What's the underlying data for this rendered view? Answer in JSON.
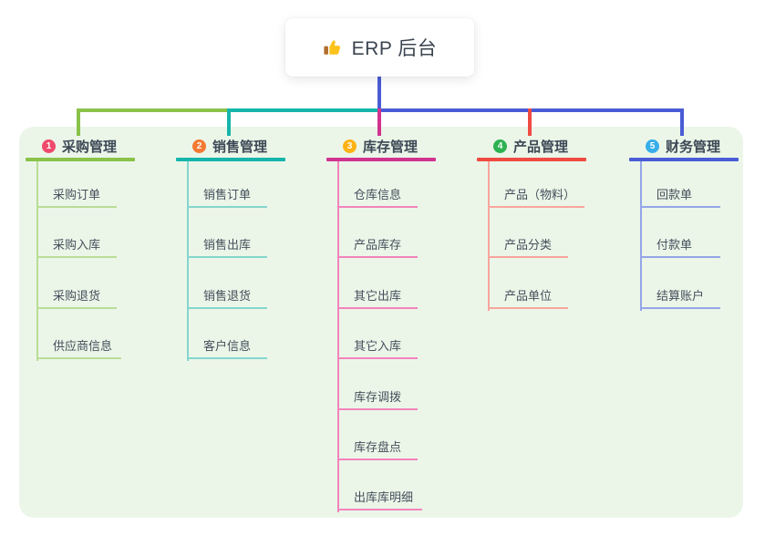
{
  "root": {
    "title": "ERP 后台",
    "icon": "thumbs-up-icon"
  },
  "branches": [
    {
      "badge": "1",
      "title": "采购管理",
      "badge_color": "#f04a6c",
      "line_color": "#8ac24a",
      "child_line_color": "#b9dd95",
      "children": [
        "采购订单",
        "采购入库",
        "采购退货",
        "供应商信息"
      ]
    },
    {
      "badge": "2",
      "title": "销售管理",
      "badge_color": "#f57a33",
      "line_color": "#16b5ab",
      "child_line_color": "#84d6cd",
      "children": [
        "销售订单",
        "销售出库",
        "销售退货",
        "客户信息"
      ]
    },
    {
      "badge": "3",
      "title": "库存管理",
      "badge_color": "#ffb214",
      "line_color": "#d2338f",
      "child_line_color": "#f383bc",
      "children": [
        "仓库信息",
        "产品库存",
        "其它出库",
        "其它入库",
        "库存调拨",
        "库存盘点",
        "出库库明细"
      ]
    },
    {
      "badge": "4",
      "title": "产品管理",
      "badge_color": "#2eb252",
      "line_color": "#f04b42",
      "child_line_color": "#f8a59e",
      "children": [
        "产品（物料）",
        "产品分类",
        "产品单位"
      ]
    },
    {
      "badge": "5",
      "title": "财务管理",
      "badge_color": "#38aeea",
      "line_color": "#4a5cd6",
      "child_line_color": "#94a6e8",
      "children": [
        "回款单",
        "付款单",
        "结算账户"
      ]
    }
  ],
  "colors": {
    "panel_bg": "#ebf6e9",
    "connector_blue": "#4a5cd6",
    "root_text": "#3b4450",
    "thumb_hand": "#fcc21c",
    "thumb_cuff": "#b06f2d"
  }
}
